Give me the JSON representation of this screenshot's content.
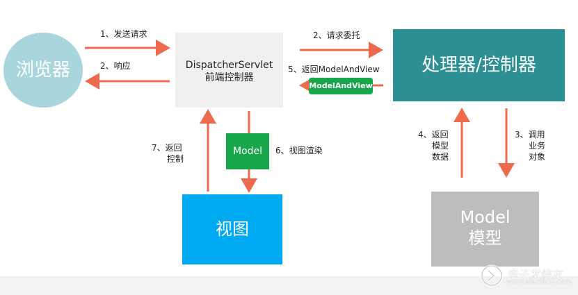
{
  "nodes": {
    "browser": "浏览器",
    "dispatcher_line1": "DispatcherServlet",
    "dispatcher_line2": "前端控制器",
    "handler": "处理器/控制器",
    "view": "视图",
    "model_line1": "Model",
    "model_line2": "模型",
    "green_model": "Model",
    "green_mav": "ModelAndView"
  },
  "labels": {
    "step1": "1、发送请求",
    "step2": "2、响应",
    "step2b": "2、请求委托",
    "step5": "5、返回ModelAndView",
    "step6": "6、视图渲染",
    "step7_line1": "7、返回",
    "step7_line2": "控制",
    "step4_line1": "4、返回",
    "step4_line2": "模型",
    "step4_line3": "数据",
    "step3_line1": "3、调用",
    "step3_line2": "业务",
    "step3_line3": "对象"
  },
  "watermark": {
    "text": "电子发烧友",
    "url": "www.elecfans.com"
  },
  "colors": {
    "arrow": "#ee6a4c",
    "browser": "#a8d6dc",
    "dispatcher": "#f0f0f0",
    "handler": "#2c8f93",
    "view": "#00aaf2",
    "model": "#bdbdbd",
    "green": "#17a64a"
  }
}
